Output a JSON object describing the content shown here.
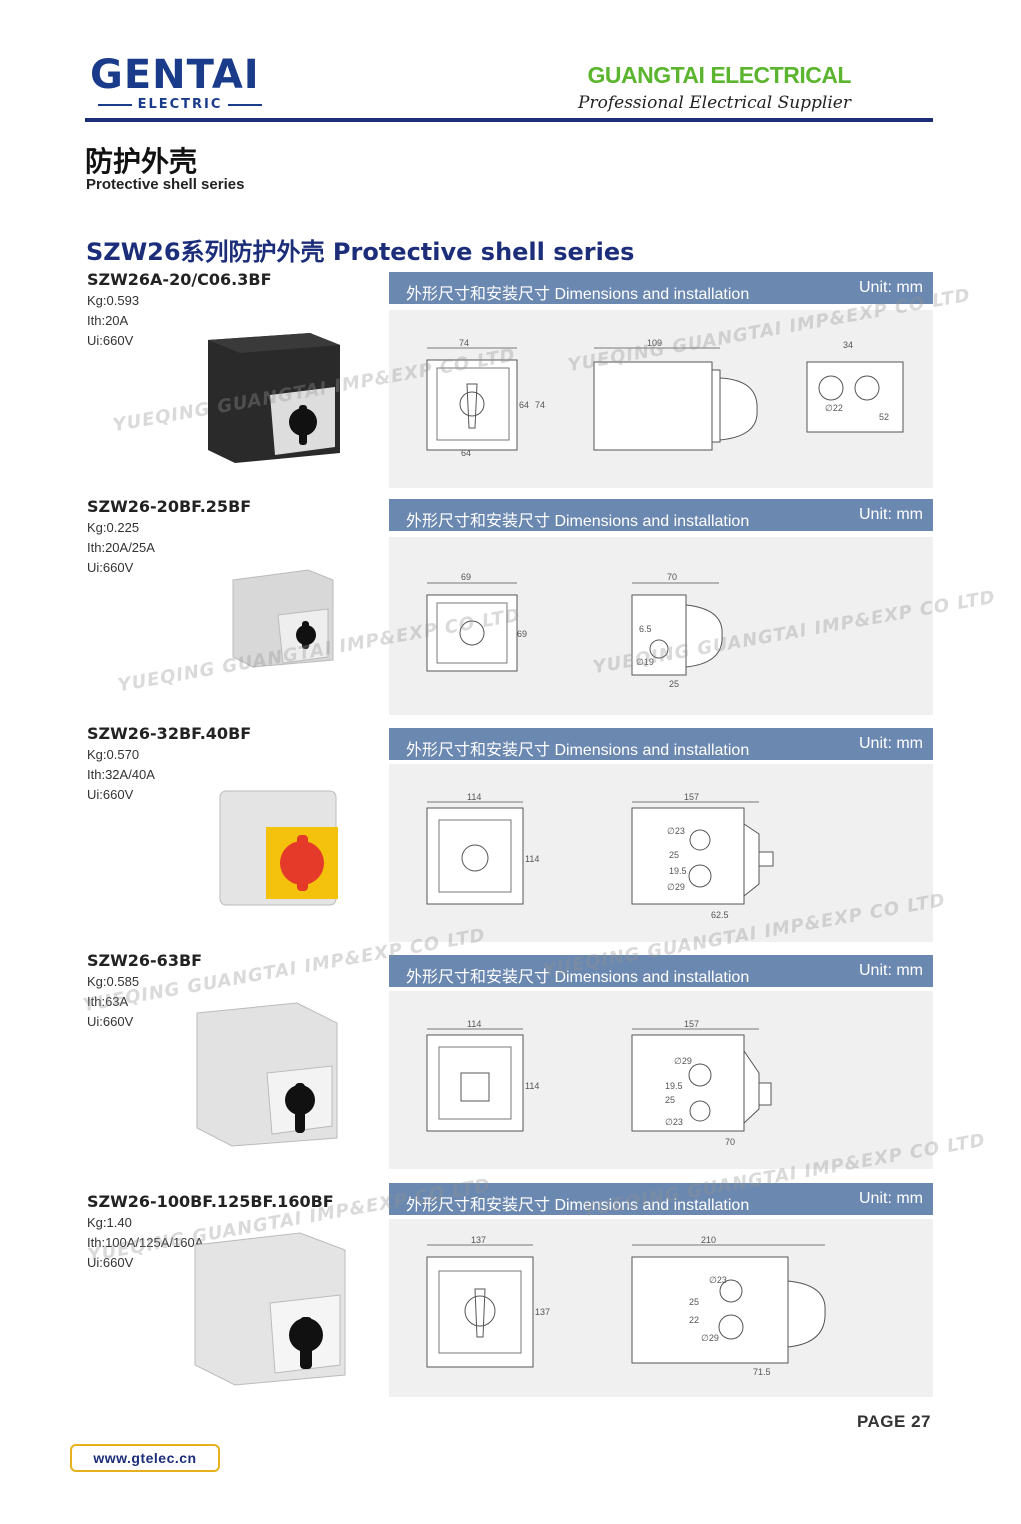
{
  "header": {
    "logo_main": "GENTAI",
    "logo_sub": "ELECTRIC",
    "company_name": "GUANGTAI ELECTRICAL",
    "tagline": "Professional Electrical Supplier"
  },
  "category": {
    "title_cn": "防护外壳",
    "title_en": "Protective shell series"
  },
  "series_title": "SZW26系列防护外壳 Protective shell series",
  "dim_bar": {
    "label": "外形尺寸和安装尺寸  Dimensions and installation",
    "unit": "Unit: mm"
  },
  "watermark": "YUEQING GUANGTAI IMP&EXP CO LTD",
  "products": [
    {
      "model": "SZW26A-20/C06.3BF",
      "kg": "Kg:0.593",
      "ith": "Ith:20A",
      "ui": "Ui:660V",
      "dims": {
        "front_w": "74",
        "front_h": "74",
        "inner_w": "64",
        "inner_h": "64",
        "side": "109",
        "hole_sp": "34",
        "hole_d": "∅22",
        "hole_h": "52"
      }
    },
    {
      "model": "SZW26-20BF.25BF",
      "kg": "Kg:0.225",
      "ith": "Ith:20A/25A",
      "ui": "Ui:660V",
      "dims": {
        "front_w": "69",
        "front_h": "69",
        "side": "70",
        "offset": "6.5",
        "hole_d": "∅19",
        "depth": "25"
      }
    },
    {
      "model": "SZW26-32BF.40BF",
      "kg": "Kg:0.570",
      "ith": "Ith:32A/40A",
      "ui": "Ui:660V",
      "dims": {
        "front_w": "114",
        "front_h": "114",
        "side": "157",
        "hole1": "∅23",
        "hole2": "∅29",
        "v1": "25",
        "v2": "19.5",
        "depth": "62.5"
      }
    },
    {
      "model": "SZW26-63BF",
      "kg": "Kg:0.585",
      "ith": "Ith:63A",
      "ui": "Ui:660V",
      "dims": {
        "front_w": "114",
        "front_h": "114",
        "side": "157",
        "hole1": "∅29",
        "hole2": "∅23",
        "v1": "25",
        "v2": "19.5",
        "depth": "70"
      }
    },
    {
      "model": "SZW26-100BF.125BF.160BF",
      "kg": "Kg:1.40",
      "ith": "Ith:100A/125A/160A",
      "ui": "Ui:660V",
      "dims": {
        "front_w": "137",
        "front_h": "137",
        "side": "210",
        "hole1": "∅23",
        "hole2": "∅29",
        "v1": "25",
        "v2": "22",
        "depth": "71.5"
      }
    }
  ],
  "footer": {
    "page": "PAGE 27",
    "url": "www.gtelec.cn"
  },
  "colors": {
    "brand_blue": "#1c2e7a",
    "brand_green": "#5bb52e",
    "bar_blue": "#6b88b0",
    "accent_yellow": "#e9b01e"
  }
}
